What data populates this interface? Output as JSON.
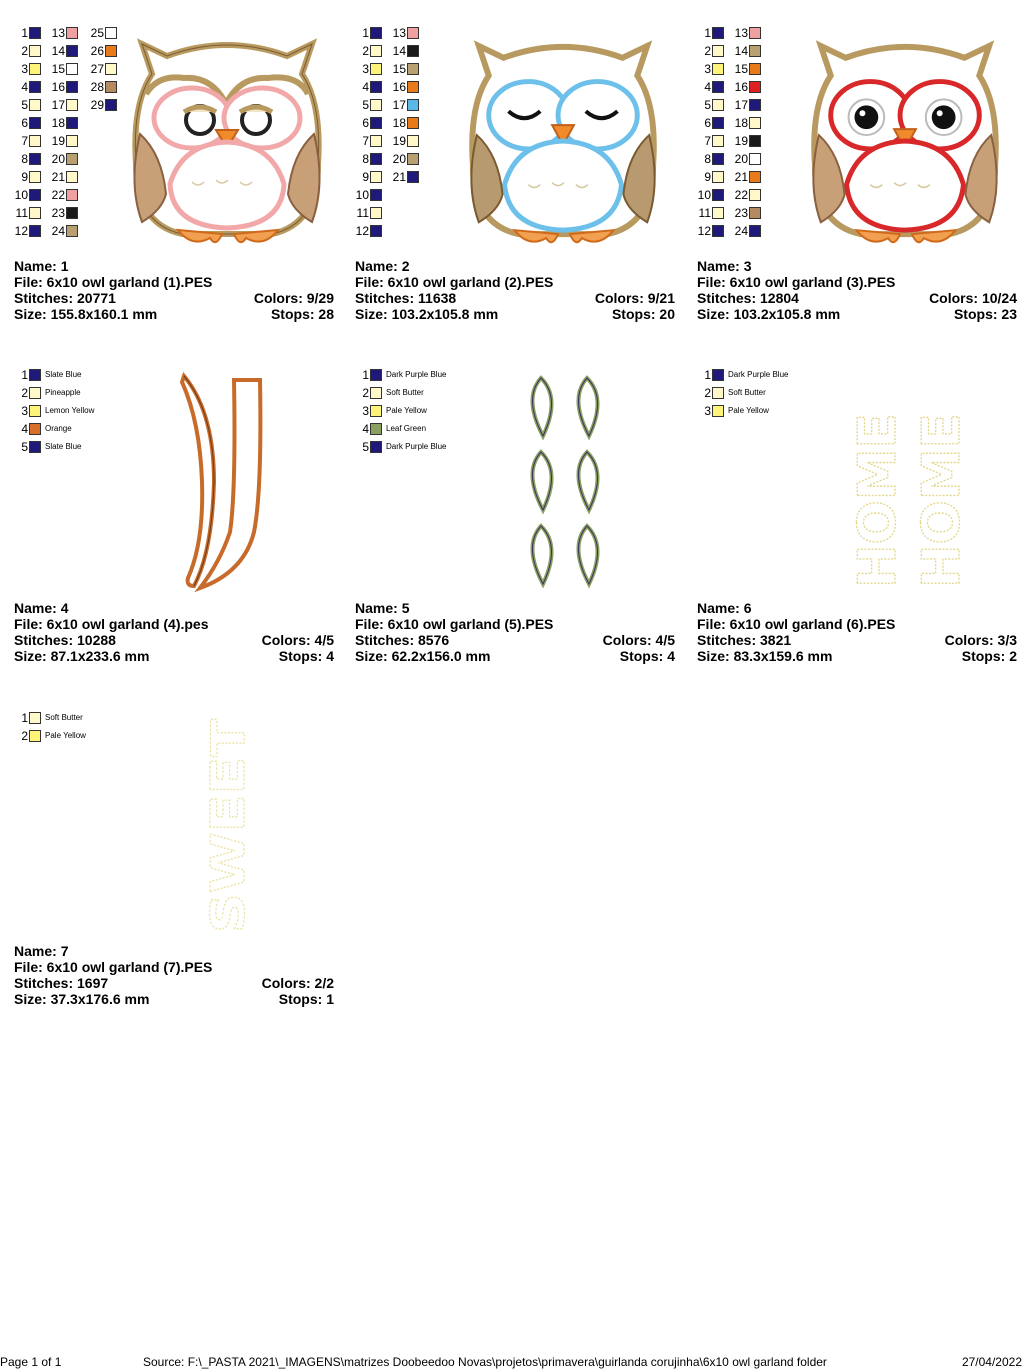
{
  "designs": [
    {
      "name": "1",
      "file": "6x10 owl garland (1).PES",
      "stitches": "20771",
      "colors": "9/29",
      "size": "155.8x160.1 mm",
      "stops": "28",
      "labels": {
        "name": "Name:",
        "file": "File:",
        "stitches": "Stitches:",
        "colors": "Colors:",
        "size": "Size:",
        "stops": "Stops:"
      },
      "palette_columns": [
        [
          {
            "n": "1",
            "c": "#1f1a7a"
          },
          {
            "n": "2",
            "c": "#fff8c8"
          },
          {
            "n": "3",
            "c": "#fff47a"
          },
          {
            "n": "4",
            "c": "#1f1a7a"
          },
          {
            "n": "5",
            "c": "#fff8c8"
          },
          {
            "n": "6",
            "c": "#1f1a7a"
          },
          {
            "n": "7",
            "c": "#fff8c8"
          },
          {
            "n": "8",
            "c": "#1f1a7a"
          },
          {
            "n": "9",
            "c": "#fff8c8"
          },
          {
            "n": "10",
            "c": "#1f1a7a"
          },
          {
            "n": "11",
            "c": "#fff8c8"
          },
          {
            "n": "12",
            "c": "#1f1a7a"
          }
        ],
        [
          {
            "n": "13",
            "c": "#f0a0a0"
          },
          {
            "n": "14",
            "c": "#1f1a7a"
          },
          {
            "n": "15",
            "c": "#ffffff"
          },
          {
            "n": "16",
            "c": "#1f1a7a"
          },
          {
            "n": "17",
            "c": "#fff8c8"
          },
          {
            "n": "18",
            "c": "#1f1a7a"
          },
          {
            "n": "19",
            "c": "#fff8c8"
          },
          {
            "n": "20",
            "c": "#b8a070"
          },
          {
            "n": "21",
            "c": "#fff8c8"
          },
          {
            "n": "22",
            "c": "#f0a0a0"
          },
          {
            "n": "23",
            "c": "#1a1a1a"
          },
          {
            "n": "24",
            "c": "#b8a070"
          }
        ],
        [
          {
            "n": "25",
            "c": "#ffffff"
          },
          {
            "n": "26",
            "c": "#e87a1a"
          },
          {
            "n": "27",
            "c": "#fff8c8"
          },
          {
            "n": "28",
            "c": "#b58a60"
          },
          {
            "n": "29",
            "c": "#1f1a7a"
          }
        ]
      ]
    },
    {
      "name": "2",
      "file": "6x10 owl garland (2).PES",
      "stitches": "11638",
      "colors": "9/21",
      "size": "103.2x105.8 mm",
      "stops": "20",
      "labels": {
        "name": "Name:",
        "file": "File:",
        "stitches": "Stitches:",
        "colors": "Colors:",
        "size": "Size:",
        "stops": "Stops:"
      },
      "palette_columns": [
        [
          {
            "n": "1",
            "c": "#1f1a7a"
          },
          {
            "n": "2",
            "c": "#fff8c8"
          },
          {
            "n": "3",
            "c": "#fff47a"
          },
          {
            "n": "4",
            "c": "#1f1a7a"
          },
          {
            "n": "5",
            "c": "#fff8c8"
          },
          {
            "n": "6",
            "c": "#1f1a7a"
          },
          {
            "n": "7",
            "c": "#fff8c8"
          },
          {
            "n": "8",
            "c": "#1f1a7a"
          },
          {
            "n": "9",
            "c": "#fff8c8"
          },
          {
            "n": "10",
            "c": "#1f1a7a"
          },
          {
            "n": "11",
            "c": "#fff8c8"
          },
          {
            "n": "12",
            "c": "#1f1a7a"
          }
        ],
        [
          {
            "n": "13",
            "c": "#f0a0a0"
          },
          {
            "n": "14",
            "c": "#1a1a1a"
          },
          {
            "n": "15",
            "c": "#b8a070"
          },
          {
            "n": "16",
            "c": "#e87a1a"
          },
          {
            "n": "17",
            "c": "#5ab8e8"
          },
          {
            "n": "18",
            "c": "#e87a1a"
          },
          {
            "n": "19",
            "c": "#fff8c8"
          },
          {
            "n": "20",
            "c": "#b8a070"
          },
          {
            "n": "21",
            "c": "#1f1a7a"
          }
        ]
      ]
    },
    {
      "name": "3",
      "file": "6x10 owl garland (3).PES",
      "stitches": "12804",
      "colors": "10/24",
      "size": "103.2x105.8 mm",
      "stops": "23",
      "labels": {
        "name": "Name:",
        "file": "File:",
        "stitches": "Stitches:",
        "colors": "Colors:",
        "size": "Size:",
        "stops": "Stops:"
      },
      "palette_columns": [
        [
          {
            "n": "1",
            "c": "#1f1a7a"
          },
          {
            "n": "2",
            "c": "#fff8c8"
          },
          {
            "n": "3",
            "c": "#fff47a"
          },
          {
            "n": "4",
            "c": "#1f1a7a"
          },
          {
            "n": "5",
            "c": "#fff8c8"
          },
          {
            "n": "6",
            "c": "#1f1a7a"
          },
          {
            "n": "7",
            "c": "#fff8c8"
          },
          {
            "n": "8",
            "c": "#1f1a7a"
          },
          {
            "n": "9",
            "c": "#fff8c8"
          },
          {
            "n": "10",
            "c": "#1f1a7a"
          },
          {
            "n": "11",
            "c": "#fff8c8"
          },
          {
            "n": "12",
            "c": "#1f1a7a"
          }
        ],
        [
          {
            "n": "13",
            "c": "#f0a0a0"
          },
          {
            "n": "14",
            "c": "#b8a070"
          },
          {
            "n": "15",
            "c": "#e87a1a"
          },
          {
            "n": "16",
            "c": "#e02020"
          },
          {
            "n": "17",
            "c": "#1f1a7a"
          },
          {
            "n": "18",
            "c": "#fff8c8"
          },
          {
            "n": "19",
            "c": "#1a1a1a"
          },
          {
            "n": "20",
            "c": "#ffffff"
          },
          {
            "n": "21",
            "c": "#e87a1a"
          },
          {
            "n": "22",
            "c": "#fff8c8"
          },
          {
            "n": "23",
            "c": "#b58a60"
          },
          {
            "n": "24",
            "c": "#1f1a7a"
          }
        ]
      ]
    },
    {
      "name": "4",
      "file": "6x10 owl garland (4).pes",
      "stitches": "10288",
      "colors": "4/5",
      "size": "87.1x233.6 mm",
      "stops": "4",
      "labels": {
        "name": "Name:",
        "file": "File:",
        "stitches": "Stitches:",
        "colors": "Colors:",
        "size": "Size:",
        "stops": "Stops:"
      },
      "palette_named": [
        {
          "n": "1",
          "c": "#1f1a7a",
          "label": "Slate Blue"
        },
        {
          "n": "2",
          "c": "#fff8c8",
          "label": "Pineapple"
        },
        {
          "n": "3",
          "c": "#fff47a",
          "label": "Lemon Yellow"
        },
        {
          "n": "4",
          "c": "#d8702a",
          "label": "Orange"
        },
        {
          "n": "5",
          "c": "#1f1a7a",
          "label": "Slate Blue"
        }
      ]
    },
    {
      "name": "5",
      "file": "6x10 owl garland (5).PES",
      "stitches": "8576",
      "colors": "4/5",
      "size": "62.2x156.0 mm",
      "stops": "4",
      "labels": {
        "name": "Name:",
        "file": "File:",
        "stitches": "Stitches:",
        "colors": "Colors:",
        "size": "Size:",
        "stops": "Stops:"
      },
      "palette_named": [
        {
          "n": "1",
          "c": "#1f1a7a",
          "label": "Dark Purple Blue"
        },
        {
          "n": "2",
          "c": "#fff8c8",
          "label": "Soft Butter"
        },
        {
          "n": "3",
          "c": "#fff47a",
          "label": "Pale Yellow"
        },
        {
          "n": "4",
          "c": "#8aa060",
          "label": "Leaf Green"
        },
        {
          "n": "5",
          "c": "#1f1a7a",
          "label": "Dark Purple Blue"
        }
      ]
    },
    {
      "name": "6",
      "file": "6x10 owl garland (6).PES",
      "stitches": "3821",
      "colors": "3/3",
      "size": "83.3x159.6 mm",
      "stops": "2",
      "labels": {
        "name": "Name:",
        "file": "File:",
        "stitches": "Stitches:",
        "colors": "Colors:",
        "size": "Size:",
        "stops": "Stops:"
      },
      "palette_named": [
        {
          "n": "1",
          "c": "#1f1a7a",
          "label": "Dark Purple Blue"
        },
        {
          "n": "2",
          "c": "#fff8c8",
          "label": "Soft Butter"
        },
        {
          "n": "3",
          "c": "#fff47a",
          "label": "Pale Yellow"
        }
      ],
      "art_words": [
        "HOME",
        "HOME"
      ]
    },
    {
      "name": "7",
      "file": "6x10 owl garland (7).PES",
      "stitches": "1697",
      "colors": "2/2",
      "size": "37.3x176.6 mm",
      "stops": "1",
      "labels": {
        "name": "Name:",
        "file": "File:",
        "stitches": "Stitches:",
        "colors": "Colors:",
        "size": "Size:",
        "stops": "Stops:"
      },
      "palette_named": [
        {
          "n": "1",
          "c": "#fff8c8",
          "label": "Soft Butter"
        },
        {
          "n": "2",
          "c": "#fff47a",
          "label": "Pale Yellow"
        }
      ],
      "art_words": [
        "SWEET"
      ]
    }
  ],
  "owl_colors": {
    "1": {
      "accent": "#f2a8a8",
      "eyes": "open-sleepy"
    },
    "2": {
      "accent": "#6cc0ea",
      "eyes": "closed"
    },
    "3": {
      "accent": "#d8282a",
      "eyes": "open"
    }
  },
  "footer": {
    "page": "Page 1 of 1",
    "source": "Source: F:\\_PASTA 2021\\_IMAGENS\\matrizes Doobeedoo Novas\\projetos\\primavera\\guirlanda corujinha\\6x10 owl garland folder",
    "date": "27/04/2022"
  }
}
